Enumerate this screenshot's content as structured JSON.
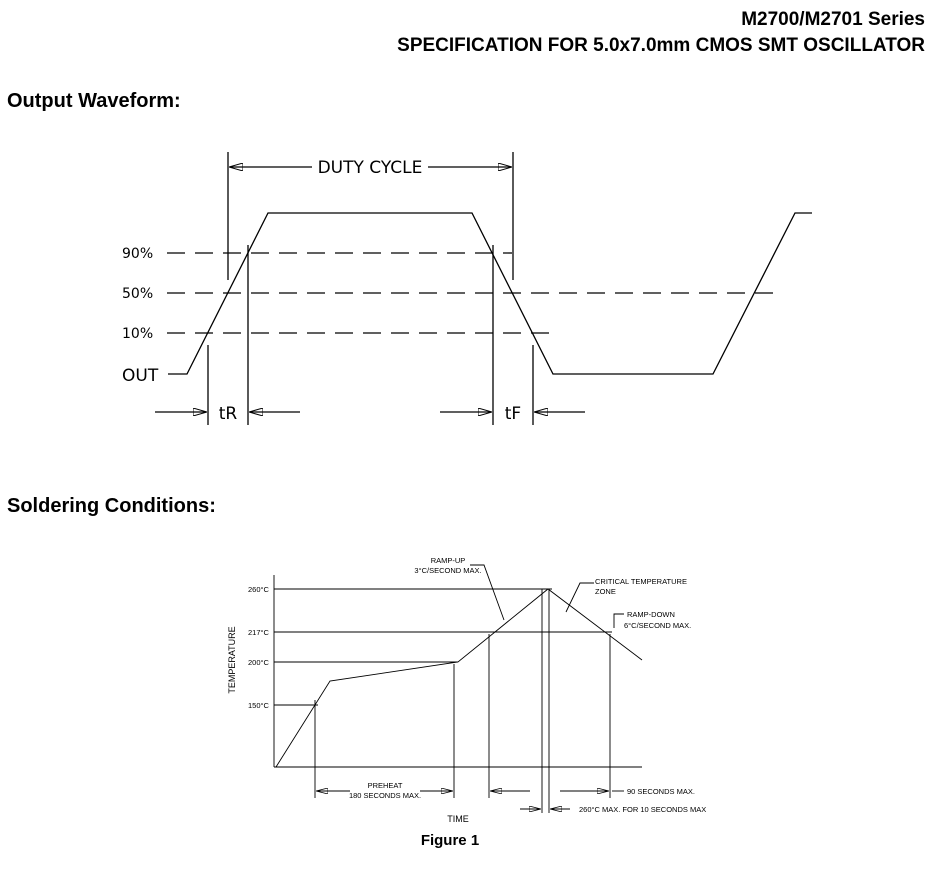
{
  "header": {
    "series": "M2700/M2701 Series",
    "spec": "SPECIFICATION FOR 5.0x7.0mm CMOS SMT OSCILLATOR"
  },
  "waveform": {
    "title": "Output Waveform:",
    "duty_cycle": "DUTY CYCLE",
    "level_90": "90%",
    "level_50": "50%",
    "level_10": "10%",
    "out": "OUT",
    "t_rise": "tR",
    "t_fall": "tF"
  },
  "soldering": {
    "title": "Soldering Conditions:",
    "temp_axis": "TEMPERATURE",
    "time_axis": "TIME",
    "temps": [
      "260°C",
      "217°C",
      "200°C",
      "150°C"
    ],
    "ramp_up_1": "RAMP-UP",
    "ramp_up_2": "3°C/SECOND MAX.",
    "critical_1": "CRITICAL TEMPERATURE",
    "critical_2": "ZONE",
    "ramp_down_1": "RAMP-DOWN",
    "ramp_down_2": "6°C/SECOND  MAX.",
    "preheat_1": "PREHEAT",
    "preheat_2": "180 SECONDS MAX.",
    "sec90": "90 SECONDS MAX.",
    "sec10": "260°C MAX. FOR 10 SECONDS MAX",
    "caption": "Figure 1"
  }
}
